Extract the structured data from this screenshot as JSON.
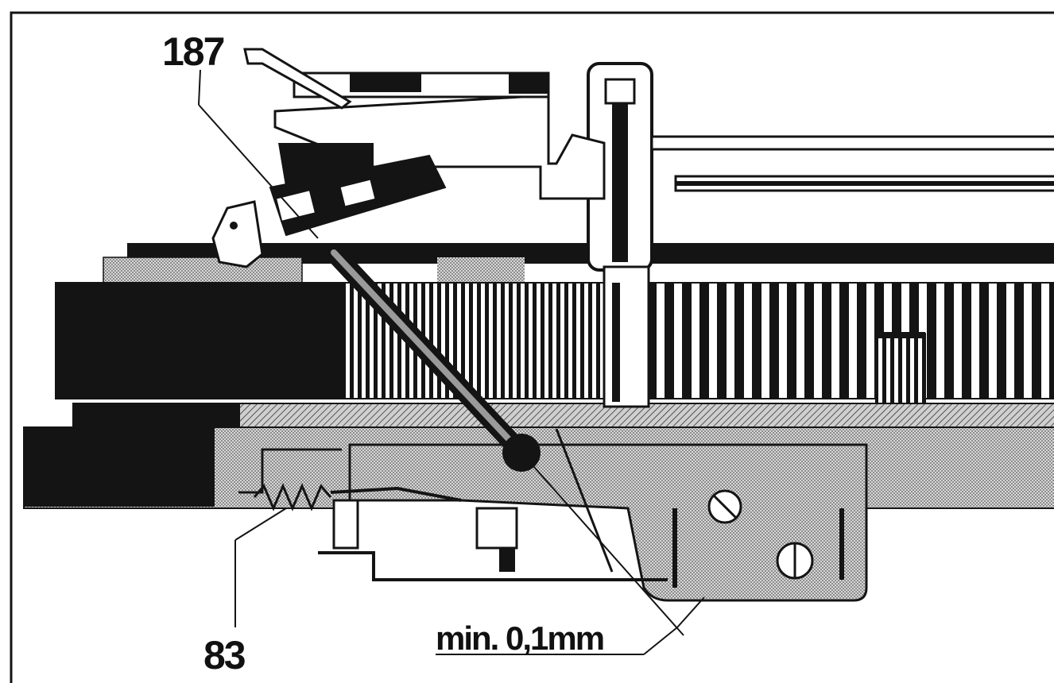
{
  "diagram": {
    "labels": {
      "part_187": "187",
      "part_83": "83",
      "clearance": "min. 0,1mm"
    }
  },
  "colors": {
    "ink": "#141414",
    "paper": "#ffffff",
    "stipple": "#bdbdbd"
  }
}
